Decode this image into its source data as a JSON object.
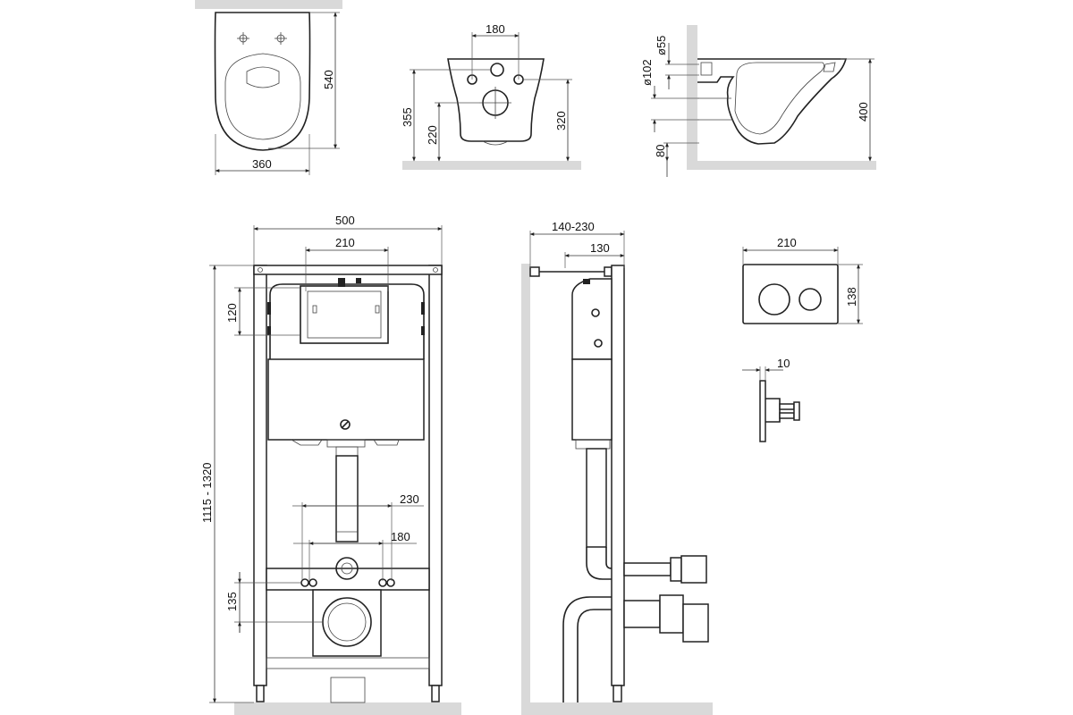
{
  "colors": {
    "line": "#222222",
    "floor": "#d9d9d9",
    "background": "#ffffff"
  },
  "bowl_top_view": {
    "width_label": "360",
    "length_label": "540"
  },
  "bowl_front_view": {
    "bolt_spacing_label": "180",
    "height_label_left": "355",
    "inlet_height_label": "220",
    "height_label_right": "320"
  },
  "bowl_side_view": {
    "d55_label": "ø55",
    "d102_label": "ø102",
    "bottom_label": "80",
    "height_label": "400"
  },
  "frame_front_view": {
    "width_label": "500",
    "cistern_opening_label": "210",
    "opening_height_label": "120",
    "frame_height_label": "1115 - 1320",
    "water_spacing_label": "230",
    "bolt_spacing_label": "180",
    "drain_height_label": "135"
  },
  "frame_side_view": {
    "depth_range_label": "140-230",
    "depth_label": "130"
  },
  "flush_plate": {
    "width_label": "210",
    "height_label": "138",
    "thickness_label": "10"
  }
}
